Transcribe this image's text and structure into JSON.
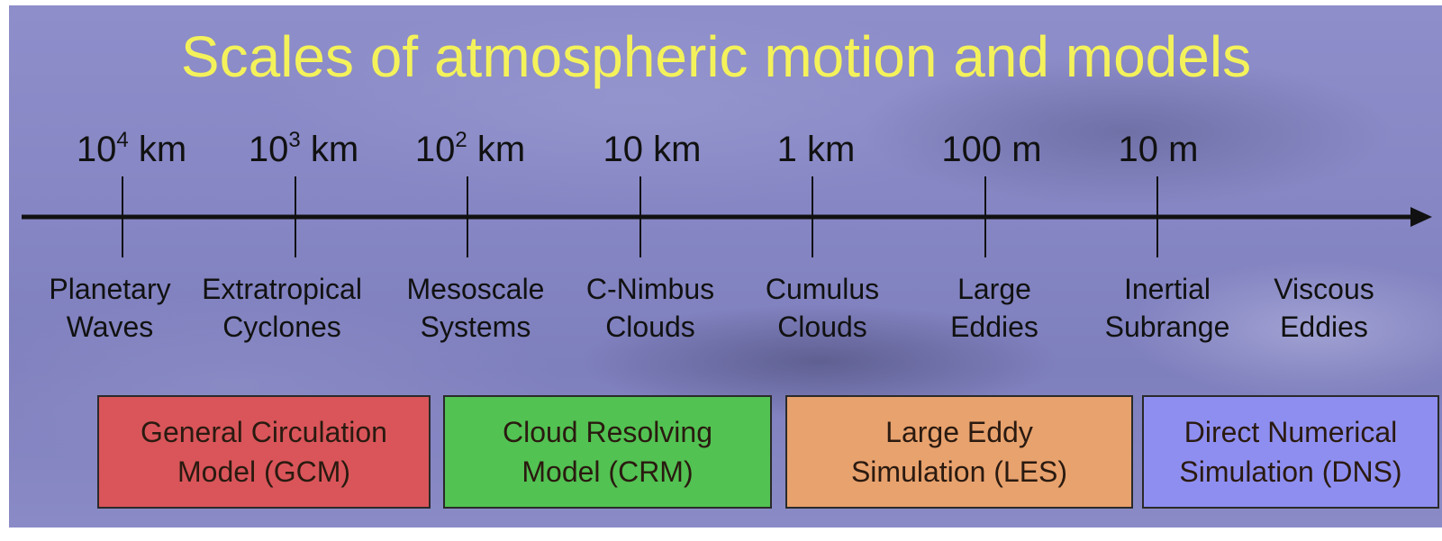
{
  "title": "Scales of atmospheric motion and models",
  "scale_ticks": [
    {
      "base": "10",
      "exp": "4",
      "unit": " km"
    },
    {
      "base": "10",
      "exp": "3",
      "unit": " km"
    },
    {
      "base": "10",
      "exp": "2",
      "unit": " km"
    },
    {
      "base": "10 km",
      "exp": "",
      "unit": ""
    },
    {
      "base": "1 km",
      "exp": "",
      "unit": ""
    },
    {
      "base": "100 m",
      "exp": "",
      "unit": ""
    },
    {
      "base": "10 m",
      "exp": "",
      "unit": ""
    }
  ],
  "phenomena": [
    {
      "line1": "Planetary",
      "line2": "Waves"
    },
    {
      "line1": "Extratropical",
      "line2": "Cyclones"
    },
    {
      "line1": "Mesoscale",
      "line2": "Systems"
    },
    {
      "line1": "C-Nimbus",
      "line2": "Clouds"
    },
    {
      "line1": "Cumulus",
      "line2": "Clouds"
    },
    {
      "line1": "Large",
      "line2": "Eddies"
    },
    {
      "line1": "Inertial",
      "line2": "Subrange"
    },
    {
      "line1": "Viscous",
      "line2": "Eddies"
    }
  ],
  "models": [
    {
      "line1": "General Circulation",
      "line2": "Model (GCM)",
      "color": "#d9555a"
    },
    {
      "line1": "Cloud Resolving",
      "line2": "Model (CRM)",
      "color": "#52c252"
    },
    {
      "line1": "Large Eddy",
      "line2": "Simulation (LES)",
      "color": "#e8a26e"
    },
    {
      "line1": "Direct Numerical",
      "line2": "Simulation (DNS)",
      "color": "#8e8ef0"
    }
  ],
  "colors": {
    "title": "#f4f25a",
    "axis": "#111111"
  }
}
